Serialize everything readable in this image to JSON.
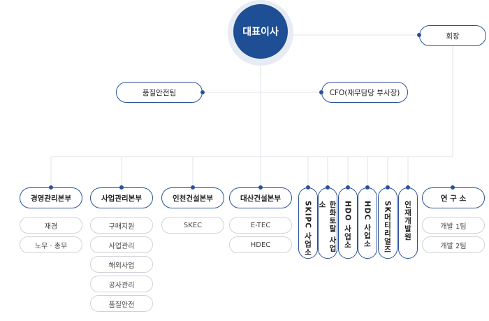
{
  "ceo": "대표이사",
  "chairman": "회장",
  "quality_team": "품질안전팀",
  "cfo": "CFO(재무담당 부사장)",
  "departments": [
    {
      "title": "경영관리본부",
      "subs": [
        "재경",
        "노무 · 총무"
      ]
    },
    {
      "title": "사업관리본부",
      "subs": [
        "구매지원",
        "사업관리",
        "해외사업",
        "공사관리",
        "품질안전"
      ]
    },
    {
      "title": "인천건설본부",
      "subs": [
        "SKEC"
      ]
    },
    {
      "title": "대산건설본부",
      "subs": [
        "E-TEC",
        "HDEC"
      ]
    }
  ],
  "sites": [
    "SKIPC 사업소",
    "한화토탈 사업소",
    "HDO 사업소",
    "HDC 사업소",
    "SK머티리얼즈",
    "인재개발원"
  ],
  "research": {
    "title": "연 구 소",
    "subs": [
      "개발 1팀",
      "개발 2팀"
    ]
  },
  "colors": {
    "primary": "#1e4e93",
    "line": "#dfe3ea",
    "sub_border": "#cfd3d9"
  }
}
